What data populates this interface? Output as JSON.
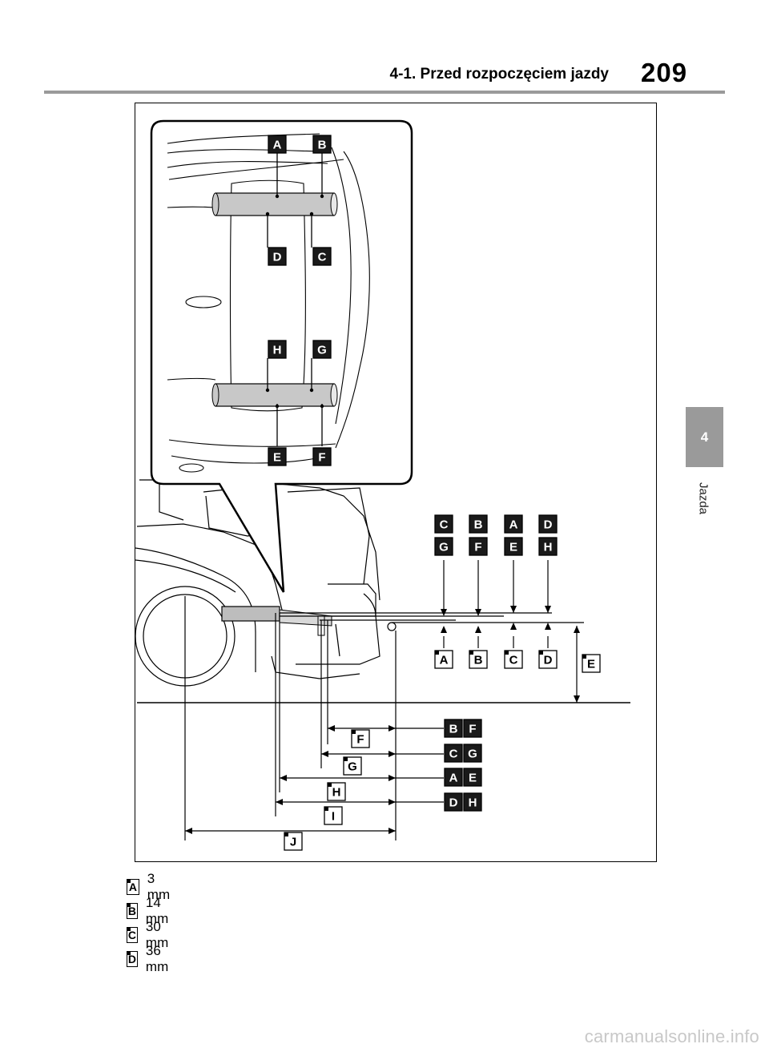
{
  "header": {
    "section_title": "4-1. Przed rozpoczęciem jazdy",
    "page_number": "209"
  },
  "side_tab": {
    "chapter_number": "4",
    "chapter_label": "Jazda"
  },
  "figure": {
    "callouts_inset_top": [
      "A",
      "B"
    ],
    "callouts_inset_upper": [
      "D",
      "C"
    ],
    "callouts_inset_lower": [
      "H",
      "G"
    ],
    "callouts_inset_bottom": [
      "E",
      "F"
    ],
    "callouts_top_row1": [
      "C",
      "B",
      "A",
      "D"
    ],
    "callouts_top_row2": [
      "G",
      "F",
      "E",
      "H"
    ],
    "callouts_vertical": [
      "A",
      "B",
      "C",
      "D"
    ],
    "callout_height": "E",
    "callouts_right": [
      [
        "B",
        "F"
      ],
      [
        "C",
        "G"
      ],
      [
        "A",
        "E"
      ],
      [
        "D",
        "H"
      ]
    ],
    "dimension_labels": [
      "F",
      "G",
      "H",
      "I",
      "J"
    ]
  },
  "legend": [
    {
      "key": "A",
      "value": "3 mm"
    },
    {
      "key": "B",
      "value": "14 mm"
    },
    {
      "key": "C",
      "value": "30 mm"
    },
    {
      "key": "D",
      "value": "36 mm"
    }
  ],
  "footer": {
    "watermark": "carmanualsonline.info"
  }
}
